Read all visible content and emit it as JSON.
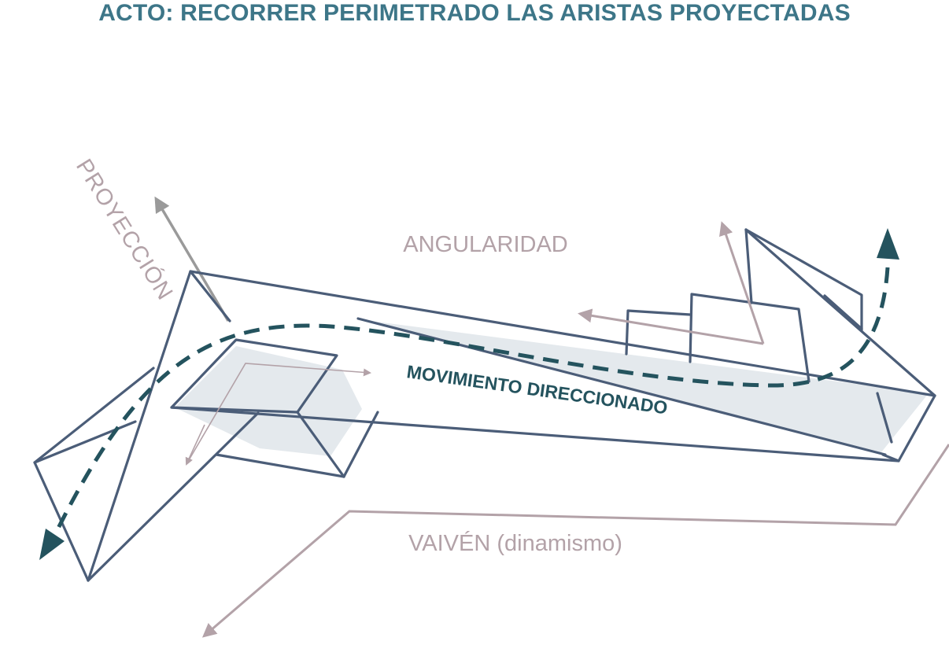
{
  "title": "ACTO: RECORRER PERIMETRADO LAS ARISTAS PROYECTADAS",
  "labels": {
    "proyeccion": "PROYECCIÓN",
    "angularidad": "ANGULARIDAD",
    "movimiento": "MOVIMIENTO DIRECCIONADO",
    "vaiven": "VAIVÉN (dinamismo)"
  },
  "colors": {
    "title": "#3d7688",
    "structure": "#4b5d78",
    "path": "#24535e",
    "accent_mauve": "#b3a2a8",
    "gray_arrow": "#9a9a9a",
    "fill_shade": "#e3e8ec",
    "label_light": "#b3a2a8"
  }
}
